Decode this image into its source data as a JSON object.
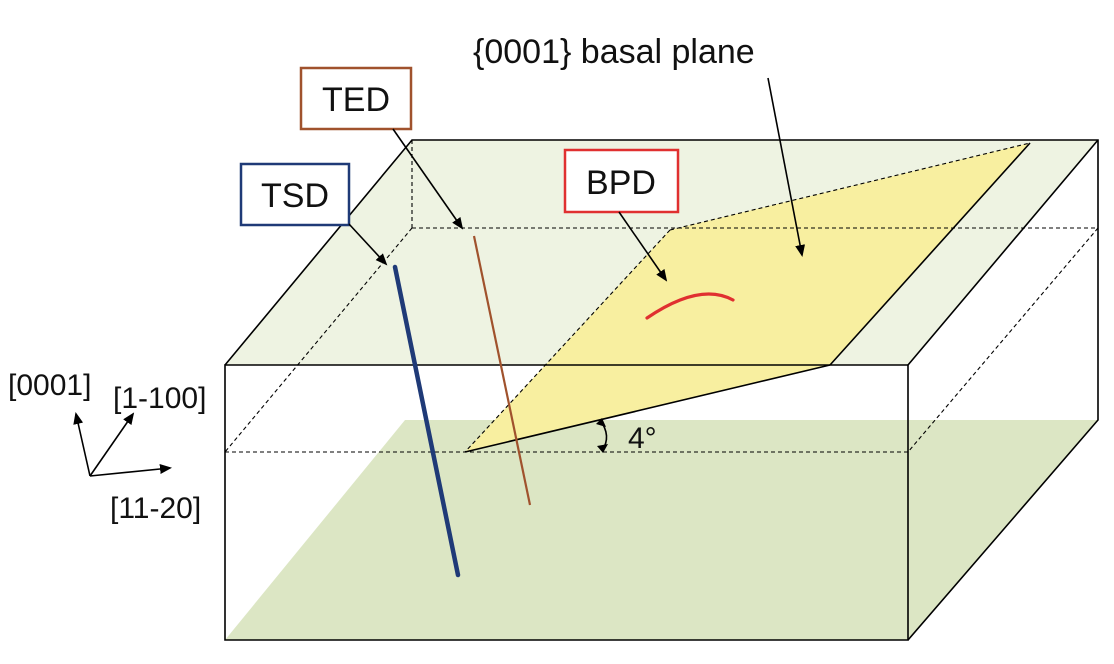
{
  "labels": {
    "basal_plane": "{0001} basal plane",
    "ted": "TED",
    "tsd": "TSD",
    "bpd": "BPD",
    "angle": "4°",
    "axis_c": "[0001]",
    "axis_m": "[1-100]",
    "axis_a": "[11-20]"
  },
  "colors": {
    "ted": "#A0522D",
    "tsd": "#1F3A77",
    "bpd": "#E03030",
    "top_face": "#EEF3E2",
    "bottom_plane": "#DCE6C4",
    "inclined_plane": "#F8EFA0",
    "inclined_plane_lower": "#F3E98A"
  }
}
